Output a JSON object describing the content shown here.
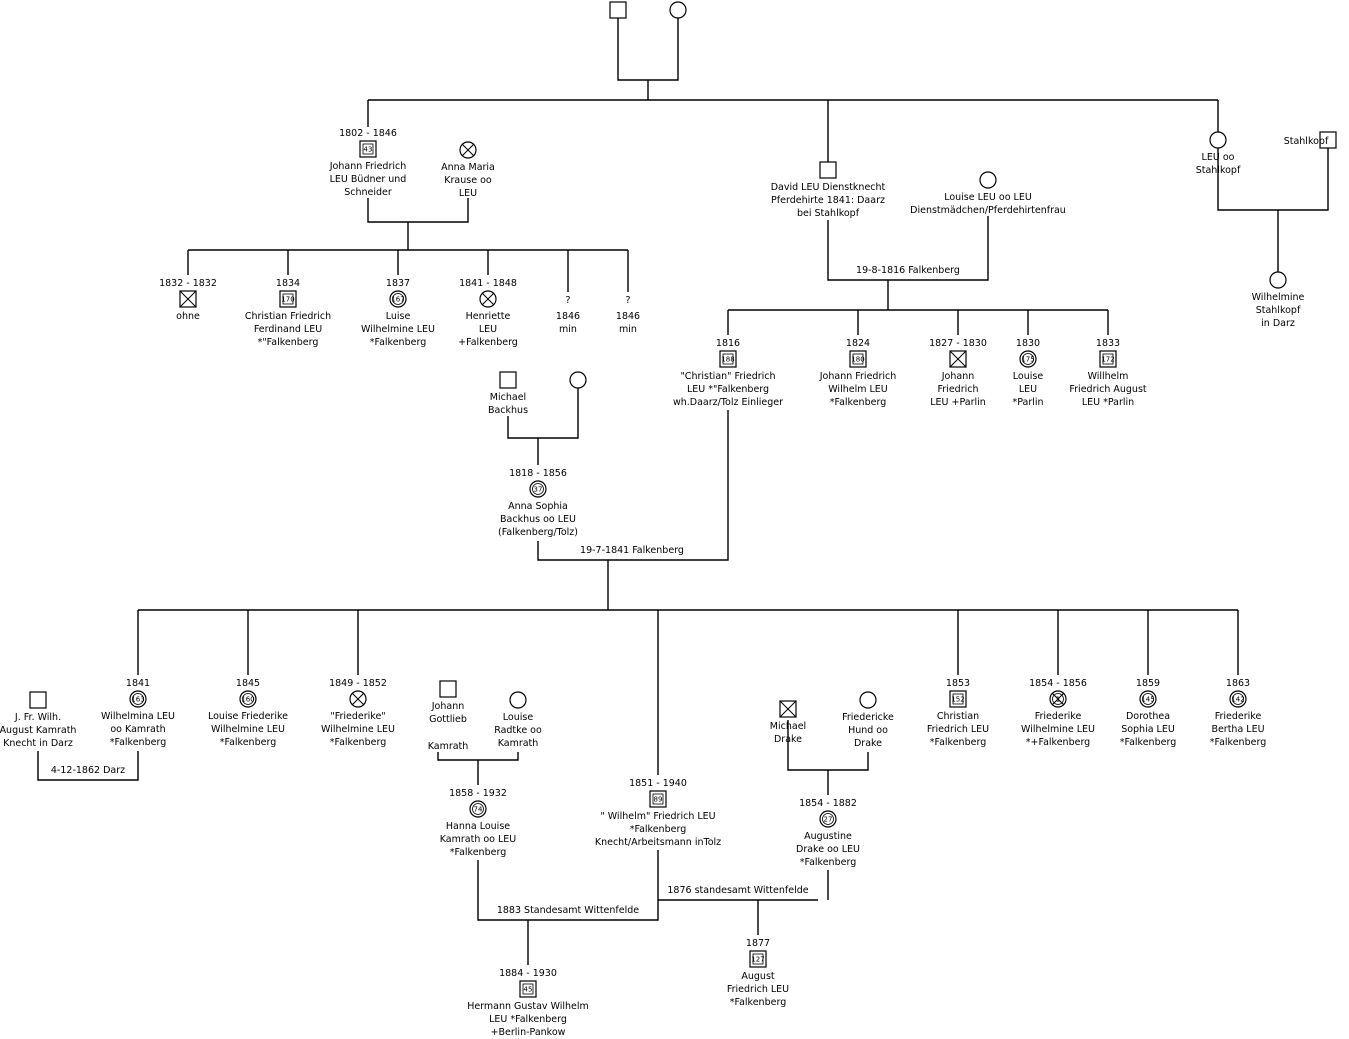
{
  "people": [
    {
      "id": "top-father",
      "shape": "square",
      "lines": []
    },
    {
      "id": "top-mother",
      "shape": "circle",
      "lines": []
    },
    {
      "id": "johann-friedrich",
      "shape": "square",
      "num": "43",
      "date": "1802 - 1846",
      "lines": [
        "Johann Friedrich",
        "LEU Büdner und",
        "Schneider"
      ]
    },
    {
      "id": "anna-maria-krause",
      "shape": "circle",
      "cross": true,
      "lines": [
        "Anna Maria",
        "Krause oo",
        "LEU"
      ]
    },
    {
      "id": "david-leu",
      "shape": "square",
      "lines": [
        "David  LEU Dienstknecht",
        "Pferdehirte 1841: Daarz",
        "bei Stahlkopf"
      ]
    },
    {
      "id": "louise-leu",
      "shape": "circle",
      "lines": [
        "Louise LEU oo LEU",
        "Dienstmädchen/Pferdehirtenfrau"
      ]
    },
    {
      "id": "leu-stahlkopf",
      "shape": "circle",
      "lines": [
        "LEU oo",
        "Stahlkopf"
      ]
    },
    {
      "id": "stahlkopf",
      "shape": "square",
      "lines": [
        "Stahlkopf"
      ]
    },
    {
      "id": "wilhelmine-stahlkopf",
      "shape": "circle",
      "lines": [
        "Wilhelmine",
        "Stahlkopf",
        "in Darz"
      ]
    },
    {
      "id": "child-1832",
      "shape": "square",
      "cross": true,
      "date": "1832 - 1832",
      "lines": [
        "ohne"
      ]
    },
    {
      "id": "christian-friedrich-ferdinand",
      "shape": "square",
      "num": "170",
      "date": "1834",
      "lines": [
        "Christian Friedrich",
        "Ferdinand LEU",
        "*\"Falkenberg"
      ]
    },
    {
      "id": "luise-wilhelmine",
      "shape": "circle",
      "num": "167",
      "date": "1837",
      "lines": [
        "Luise",
        "Wilhelmine LEU",
        "*Falkenberg"
      ]
    },
    {
      "id": "henriette",
      "shape": "circle",
      "cross": true,
      "date": "1841 - 1848",
      "lines": [
        "Henriette",
        "LEU",
        "+Falkenberg"
      ]
    },
    {
      "id": "unknown-1846-a",
      "shape": "question",
      "lines": [
        "1846",
        "min"
      ]
    },
    {
      "id": "unknown-1846-b",
      "shape": "question",
      "lines": [
        "1846",
        "min"
      ]
    },
    {
      "id": "christian-friedrich-1816",
      "shape": "square",
      "num": "188",
      "date": "1816",
      "lines": [
        "\"Christian\" Friedrich",
        "LEU *\"Falkenberg",
        "wh.Daarz/Tolz Einlieger"
      ]
    },
    {
      "id": "johann-friedrich-wilhelm",
      "shape": "square",
      "num": "180",
      "date": "1824",
      "lines": [
        "Johann Friedrich",
        "Wilhelm LEU",
        "*Falkenberg"
      ]
    },
    {
      "id": "johann-friedrich-1827",
      "shape": "square",
      "cross": true,
      "date": "1827 - 1830",
      "lines": [
        "Johann",
        "Friedrich",
        "LEU +Parlin"
      ]
    },
    {
      "id": "louise-1830",
      "shape": "circle",
      "num": "175",
      "date": "1830",
      "lines": [
        "Louise",
        "LEU",
        "*Parlin"
      ]
    },
    {
      "id": "wilhelm-friedrich-august",
      "shape": "square",
      "num": "172",
      "date": "1833",
      "lines": [
        "Willhelm",
        "Friedrich August",
        "LEU *Parlin"
      ]
    },
    {
      "id": "michael-backhus",
      "shape": "square",
      "lines": [
        "Michael",
        "Backhus"
      ]
    },
    {
      "id": "backhus-mother",
      "shape": "circle",
      "lines": []
    },
    {
      "id": "anna-sophia-backhus",
      "shape": "circle",
      "num": "37",
      "date": "1818 - 1856",
      "lines": [
        "Anna Sophia",
        "Backhus oo LEU",
        "(Falkenberg/Tolz)"
      ]
    },
    {
      "id": "kamrath-husband",
      "shape": "square",
      "lines": [
        "J. Fr. Wilh.",
        "August Kamrath",
        "Knecht in Darz"
      ]
    },
    {
      "id": "wilhelmina-1841",
      "shape": "circle",
      "num": "163",
      "date": "1841",
      "lines": [
        "Wilhelmina LEU",
        "oo Kamrath",
        "*Falkenberg"
      ]
    },
    {
      "id": "louise-friederike-1845",
      "shape": "circle",
      "num": "160",
      "date": "1845",
      "lines": [
        "Louise Friederike",
        "Wilhelmine LEU",
        "*Falkenberg"
      ]
    },
    {
      "id": "friederike-1849",
      "shape": "circle",
      "cross": true,
      "date": "1849 - 1852",
      "lines": [
        "\"Friederike\"",
        "Wilhelmine LEU",
        "*Falkenberg"
      ]
    },
    {
      "id": "johann-gottlieb-kamrath",
      "shape": "square",
      "lines": [
        "Johann",
        "Gottlieb"
      ]
    },
    {
      "id": "louise-radtke",
      "shape": "circle",
      "lines": [
        "Louise",
        "Radtke oo",
        "Kamrath"
      ]
    },
    {
      "id": "hanna-louise-kamrath",
      "shape": "circle",
      "num": "74",
      "date": "1858 - 1932",
      "lines": [
        "Hanna Louise",
        "Kamrath oo LEU",
        "*Falkenberg"
      ]
    },
    {
      "id": "wilhelm-friedrich-1851",
      "shape": "square",
      "num": "89",
      "date": "1851 - 1940",
      "lines": [
        "\" Wilhelm\" Friedrich LEU",
        "*Falkenberg",
        "Knecht/Arbeitsmann inTolz"
      ]
    },
    {
      "id": "michael-drake",
      "shape": "square",
      "cross": true,
      "lines": [
        "Michael",
        "Drake"
      ]
    },
    {
      "id": "friedericke-hund",
      "shape": "circle",
      "lines": [
        "Friedericke",
        "Hund oo",
        "Drake"
      ]
    },
    {
      "id": "augustine-drake",
      "shape": "circle",
      "num": "27",
      "date": "1854 - 1882",
      "lines": [
        "Augustine",
        "Drake oo LEU",
        "*Falkenberg"
      ]
    },
    {
      "id": "christian-friedrich-1853",
      "shape": "square",
      "num": "152",
      "date": "1853",
      "lines": [
        "Christian",
        "Friedrich LEU",
        "*Falkenberg"
      ]
    },
    {
      "id": "friederike-1854",
      "shape": "circle",
      "cross": true,
      "num": "1",
      "date": "1854 - 1856",
      "lines": [
        "Friederike",
        "Wilhelmine LEU",
        "*+Falkenberg"
      ]
    },
    {
      "id": "dorothea-sophia-1859",
      "shape": "circle",
      "num": "145",
      "date": "1859",
      "lines": [
        "Dorothea",
        "Sophia LEU",
        "*Falkenberg"
      ]
    },
    {
      "id": "friederike-bertha-1863",
      "shape": "circle",
      "num": "142",
      "date": "1863",
      "lines": [
        "Friederike",
        "Bertha LEU",
        "*Falkenberg"
      ]
    },
    {
      "id": "hermann-gustav-wilhelm",
      "shape": "square",
      "num": "45",
      "date": "1884 - 1930",
      "lines": [
        "Hermann Gustav Wilhelm",
        "LEU *Falkenberg",
        "+Berlin-Pankow"
      ]
    },
    {
      "id": "august-friedrich-1877",
      "shape": "square",
      "num": "127",
      "date": "1877",
      "lines": [
        "August",
        "Friedrich LEU",
        "*Falkenberg"
      ]
    }
  ],
  "free_text": {
    "kamrath_surname": "Kamrath"
  },
  "marriages": [
    {
      "id": "marriage-1816",
      "label": "19-8-1816 Falkenberg"
    },
    {
      "id": "marriage-1841",
      "label": "19-7-1841 Falkenberg"
    },
    {
      "id": "marriage-1862",
      "label": "4-12-1862 Darz"
    },
    {
      "id": "marriage-1883",
      "label": "1883 Standesamt Wittenfelde"
    },
    {
      "id": "marriage-1876",
      "label": "1876 standesamt Wittenfelde"
    }
  ]
}
